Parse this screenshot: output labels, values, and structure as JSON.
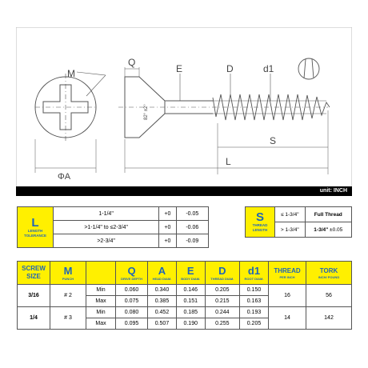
{
  "drawing": {
    "labels": {
      "M": "M",
      "Q": "Q",
      "E": "E",
      "D": "D",
      "d1": "d1",
      "A": "ΦA",
      "S": "S",
      "L": "L",
      "angle": "82° ±2°"
    }
  },
  "unit_label": "unit: INCH",
  "length_tolerance": {
    "letter": "L",
    "caption": "LENGTH TOLERANCE",
    "rows": [
      {
        "range": "1-1/4\"",
        "plus": "+0",
        "minus": "-0.05"
      },
      {
        "range": ">1-1/4\" to ≤2-3/4\"",
        "plus": "+0",
        "minus": "-0.06"
      },
      {
        "range": ">2-3/4\"",
        "plus": "+0",
        "minus": "-0.09"
      }
    ]
  },
  "thread_length": {
    "letter": "S",
    "caption": "THREAD LENGTH",
    "rows": [
      {
        "range": "≤ 1-3/4\"",
        "value": "Full Thread",
        "tol": ""
      },
      {
        "range": "> 1-3/4\"",
        "value": "1-3/4\"",
        "tol": "±0.05"
      }
    ]
  },
  "main_table": {
    "headers": {
      "screw_size": "SCREW SIZE",
      "m": "M",
      "m_sub": "PUNCH",
      "q": "Q",
      "q_sub": "DRIVE DEPTH",
      "a": "A",
      "a_sub": "HEAD DIAM.",
      "e": "E",
      "e_sub": "BODY DIAM.",
      "d": "D",
      "d_sub": "THREAD DIAM.",
      "d1": "d1",
      "d1_sub": "ROOT DIAM.",
      "thread": "THREAD",
      "thread_sub": "PER INCH",
      "tork": "TORK",
      "tork_sub": "INCH/ POUND"
    },
    "sizes": [
      {
        "size": "3/16",
        "punch": "# 2",
        "thread": "16",
        "tork": "56",
        "min": {
          "label": "Min",
          "q": "0.060",
          "a": "0.340",
          "e": "0.146",
          "d": "0.205",
          "d1": "0.150"
        },
        "max": {
          "label": "Max",
          "q": "0.075",
          "a": "0.385",
          "e": "0.151",
          "d": "0.215",
          "d1": "0.163"
        }
      },
      {
        "size": "1/4",
        "punch": "# 3",
        "thread": "14",
        "tork": "142",
        "min": {
          "label": "Min",
          "q": "0.080",
          "a": "0.452",
          "e": "0.185",
          "d": "0.244",
          "d1": "0.193"
        },
        "max": {
          "label": "Max",
          "q": "0.095",
          "a": "0.507",
          "e": "0.190",
          "d": "0.255",
          "d1": "0.205"
        }
      }
    ]
  }
}
